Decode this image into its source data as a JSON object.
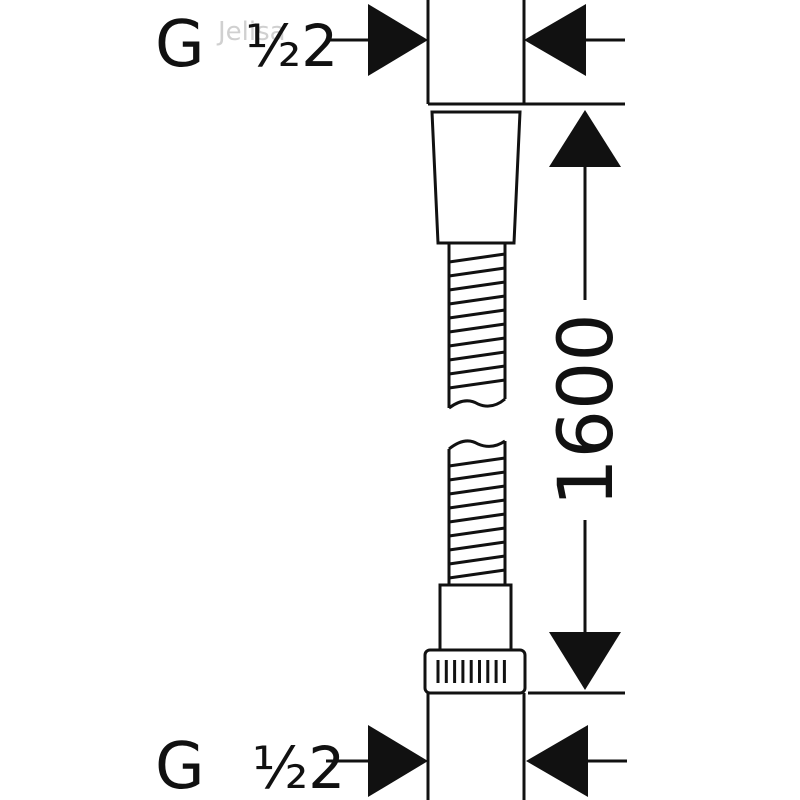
{
  "watermark": "Jelisa",
  "top_thread": {
    "letter": "G",
    "size": "½2"
  },
  "bottom_thread": {
    "letter": "G",
    "size": "½2"
  },
  "length_dimension": "1600",
  "colors": {
    "line": "#111111",
    "background": "#ffffff"
  }
}
